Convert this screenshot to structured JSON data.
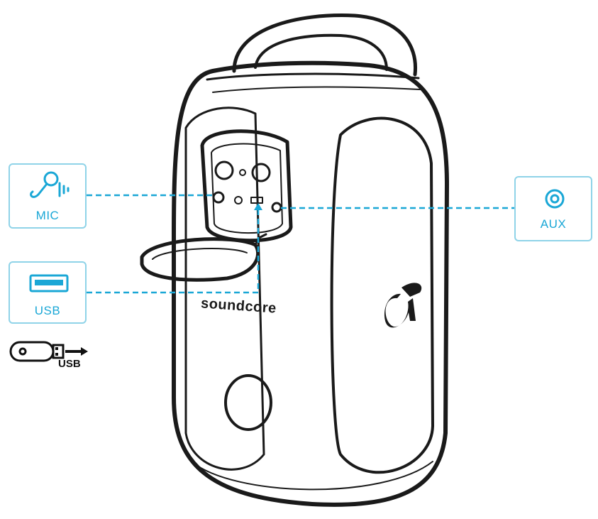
{
  "callouts": {
    "mic": {
      "label": "MIC",
      "icon": "microphone-icon"
    },
    "usb": {
      "label": "USB",
      "icon": "usb-port-icon"
    },
    "aux": {
      "label": "AUX",
      "icon": "aux-jack-icon"
    }
  },
  "usb_drive": {
    "label": "USB",
    "icon": "usb-flash-drive-icon"
  },
  "speaker": {
    "brand": "soundcore",
    "logo": "soundcore-logo-icon"
  },
  "colors": {
    "accent": "#1aa7d6",
    "box_border": "#8fd3e8",
    "line_art": "#1a1a1a"
  }
}
